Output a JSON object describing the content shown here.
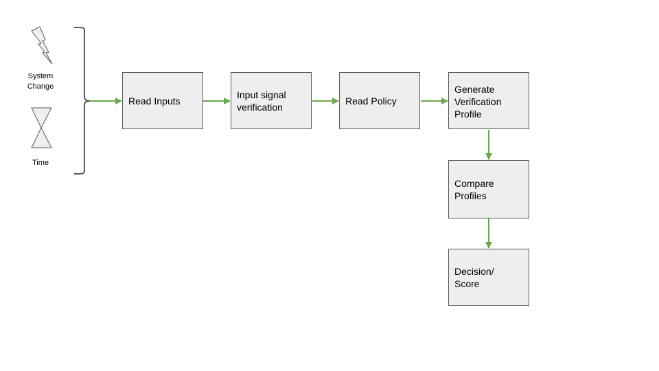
{
  "triggers": {
    "system_change": {
      "icon": "lightning-bolt-icon",
      "label": "System\nChange"
    },
    "time": {
      "icon": "hourglass-icon",
      "label": "Time"
    }
  },
  "steps": {
    "read_inputs": "Read Inputs",
    "input_signal_verification": "Input signal\nverification",
    "read_policy": "Read Policy",
    "generate_verification_profile": "Generate\nVerification\nProfile",
    "compare_profiles": "Compare\nProfiles",
    "decision_score": "Decision/\nScore"
  },
  "colors": {
    "arrow": "#6aa84f",
    "box_fill": "#eeeeee",
    "box_border": "#595959",
    "bracket": "#595959",
    "icon_fill": "#efefef",
    "icon_stroke": "#595959"
  }
}
